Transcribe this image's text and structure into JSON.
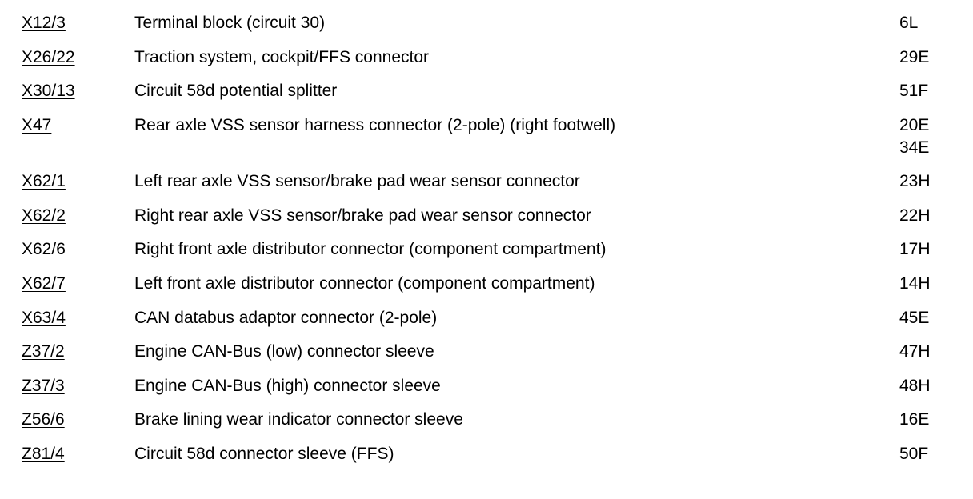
{
  "legend": {
    "rows": [
      {
        "code": "X12/3",
        "description": "Terminal block (circuit 30)",
        "refs": [
          "6L"
        ]
      },
      {
        "code": "X26/22",
        "description": "Traction system, cockpit/FFS connector",
        "refs": [
          "29E"
        ]
      },
      {
        "code": "X30/13",
        "description": "Circuit 58d potential splitter",
        "refs": [
          "51F"
        ]
      },
      {
        "code": "X47",
        "description": "Rear axle VSS sensor harness connector (2-pole) (right footwell)",
        "refs": [
          "20E",
          "34E"
        ]
      },
      {
        "code": "X62/1",
        "description": "Left rear axle VSS sensor/brake pad wear sensor connector",
        "refs": [
          "23H"
        ]
      },
      {
        "code": "X62/2",
        "description": "Right rear axle VSS sensor/brake pad wear sensor connector",
        "refs": [
          "22H"
        ]
      },
      {
        "code": "X62/6",
        "description": "Right front axle distributor connector (component compartment)",
        "refs": [
          "17H"
        ]
      },
      {
        "code": "X62/7",
        "description": "Left front axle distributor connector (component compartment)",
        "refs": [
          "14H"
        ]
      },
      {
        "code": "X63/4",
        "description": "CAN databus adaptor connector (2-pole)",
        "refs": [
          "45E"
        ]
      },
      {
        "code": "Z37/2",
        "description": "Engine CAN-Bus (low) connector sleeve",
        "refs": [
          "47H"
        ]
      },
      {
        "code": "Z37/3",
        "description": "Engine CAN-Bus (high) connector sleeve",
        "refs": [
          "48H"
        ]
      },
      {
        "code": "Z56/6",
        "description": "Brake lining wear indicator connector sleeve",
        "refs": [
          "16E"
        ]
      },
      {
        "code": "Z81/4",
        "description": "Circuit 58d connector sleeve (FFS)",
        "refs": [
          "50F"
        ]
      }
    ]
  }
}
